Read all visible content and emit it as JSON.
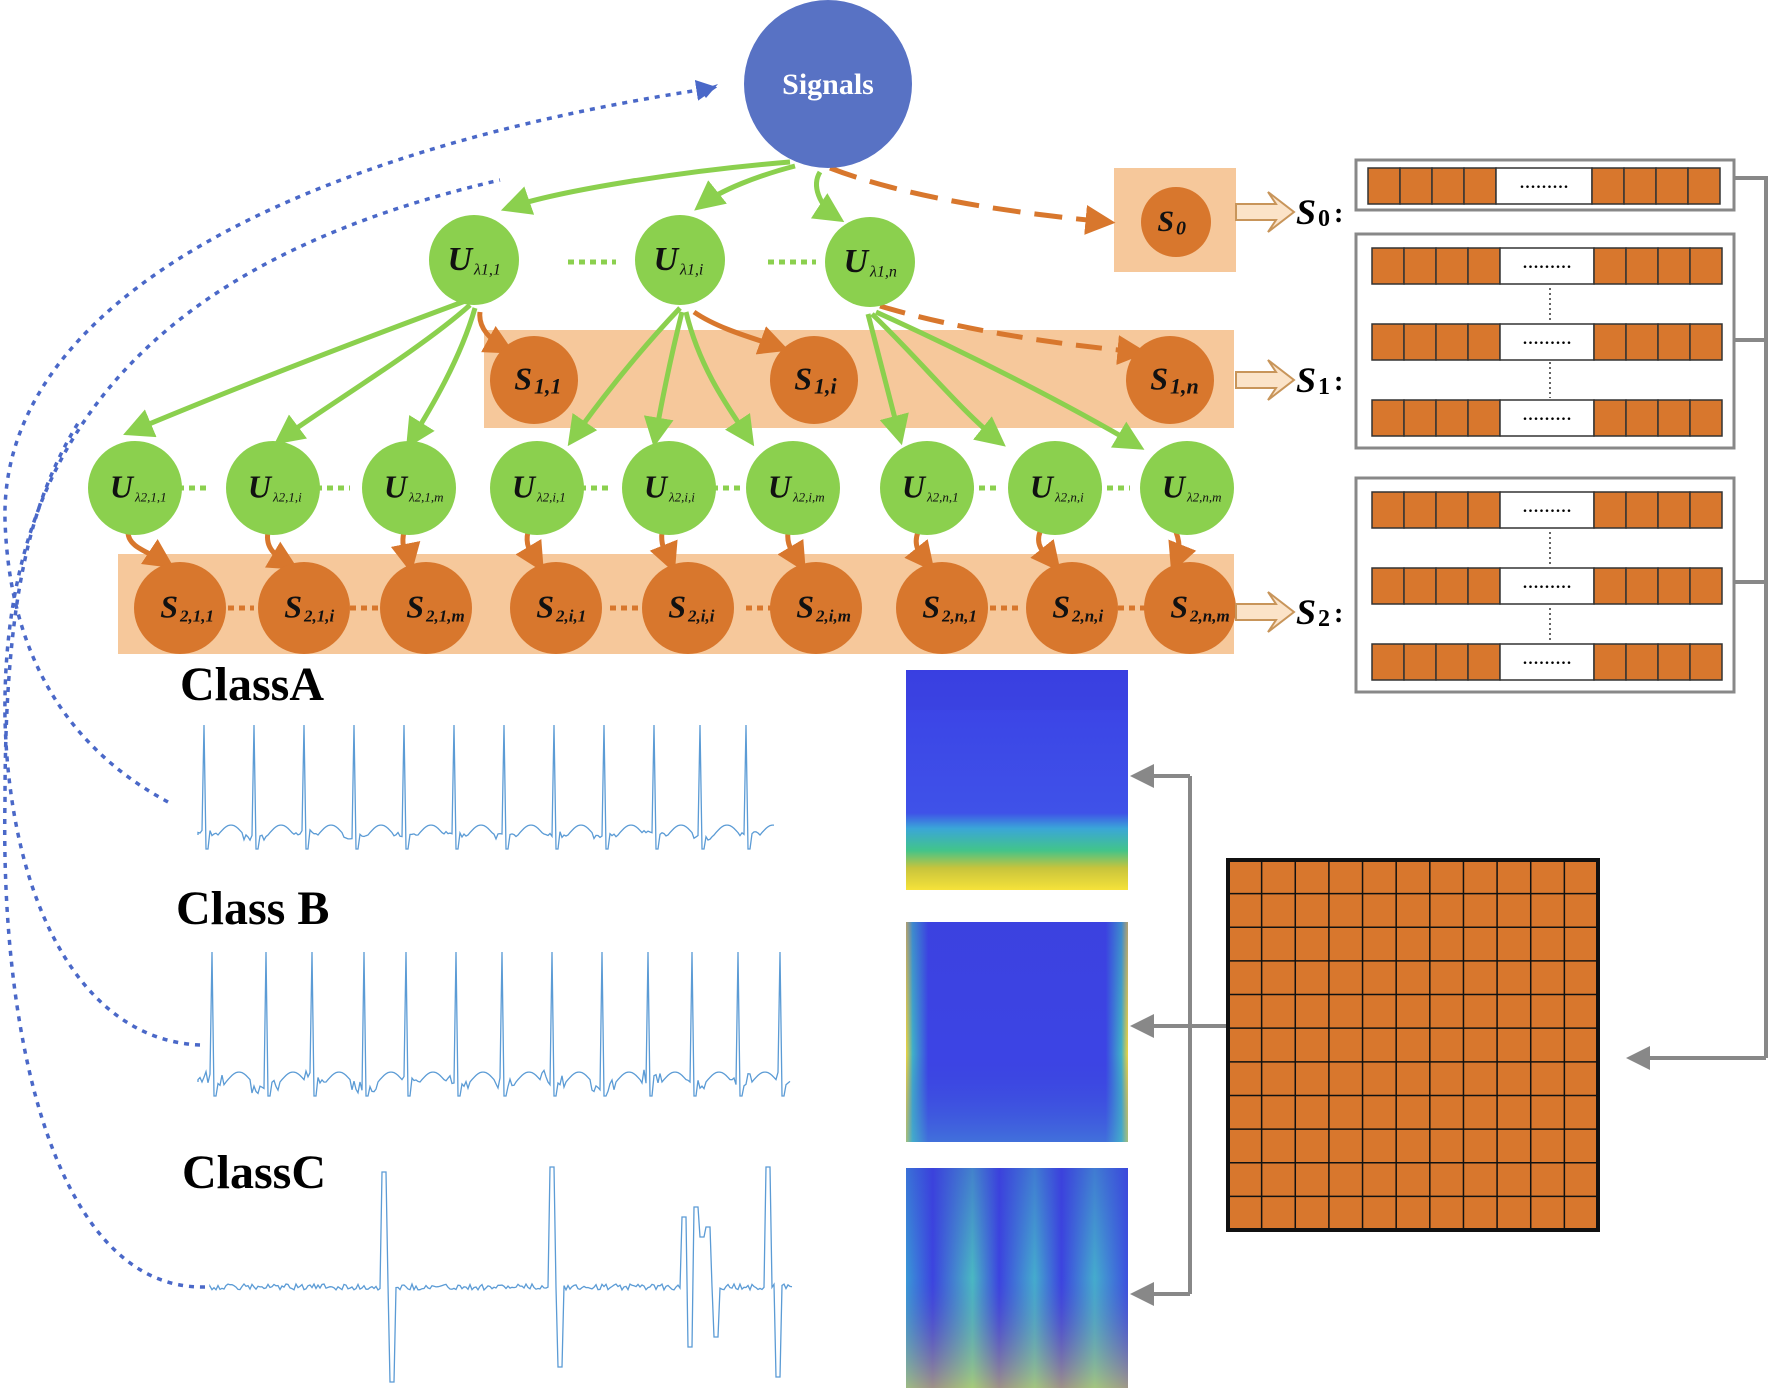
{
  "root": {
    "label": "Signals",
    "color": "#5872c4"
  },
  "colors": {
    "green": "#8bd04e",
    "orange": "#d8772d",
    "band": "#f6c89b",
    "dotblue": "#4a68c8",
    "grey": "#888888",
    "signal": "#5b9bd5"
  },
  "level1": [
    {
      "main": "U",
      "sub": "λ1,1"
    },
    {
      "main": "U",
      "sub": "λ1,i"
    },
    {
      "main": "U",
      "sub": "λ1,n"
    }
  ],
  "s0": {
    "main": "S",
    "sub": "0"
  },
  "s1": [
    {
      "main": "S",
      "sub": "1,1"
    },
    {
      "main": "S",
      "sub": "1,i"
    },
    {
      "main": "S",
      "sub": "1,n"
    }
  ],
  "level2": [
    {
      "main": "U",
      "sub": "λ2,1,1"
    },
    {
      "main": "U",
      "sub": "λ2,1,i"
    },
    {
      "main": "U",
      "sub": "λ2,1,m"
    },
    {
      "main": "U",
      "sub": "λ2,i,1"
    },
    {
      "main": "U",
      "sub": "λ2,i,i"
    },
    {
      "main": "U",
      "sub": "λ2,i,m"
    },
    {
      "main": "U",
      "sub": "λ2,n,1"
    },
    {
      "main": "U",
      "sub": "λ2,n,i"
    },
    {
      "main": "U",
      "sub": "λ2,n,m"
    }
  ],
  "s2": [
    {
      "main": "S",
      "sub": "2,1,1"
    },
    {
      "main": "S",
      "sub": "2,1,i"
    },
    {
      "main": "S",
      "sub": "2,1,m"
    },
    {
      "main": "S",
      "sub": "2,i,1"
    },
    {
      "main": "S",
      "sub": "2,i,i"
    },
    {
      "main": "S",
      "sub": "2,i,m"
    },
    {
      "main": "S",
      "sub": "2,n,1"
    },
    {
      "main": "S",
      "sub": "2,n,i"
    },
    {
      "main": "S",
      "sub": "2,n,m"
    }
  ],
  "row_labels": [
    {
      "main": "S",
      "sub": "0",
      "colon": ":"
    },
    {
      "main": "S",
      "sub": "1",
      "colon": ":"
    },
    {
      "main": "S",
      "sub": "2",
      "colon": ":"
    }
  ],
  "classes": [
    "ClassA",
    "Class B",
    "ClassC"
  ],
  "ellipsis": "........."
}
